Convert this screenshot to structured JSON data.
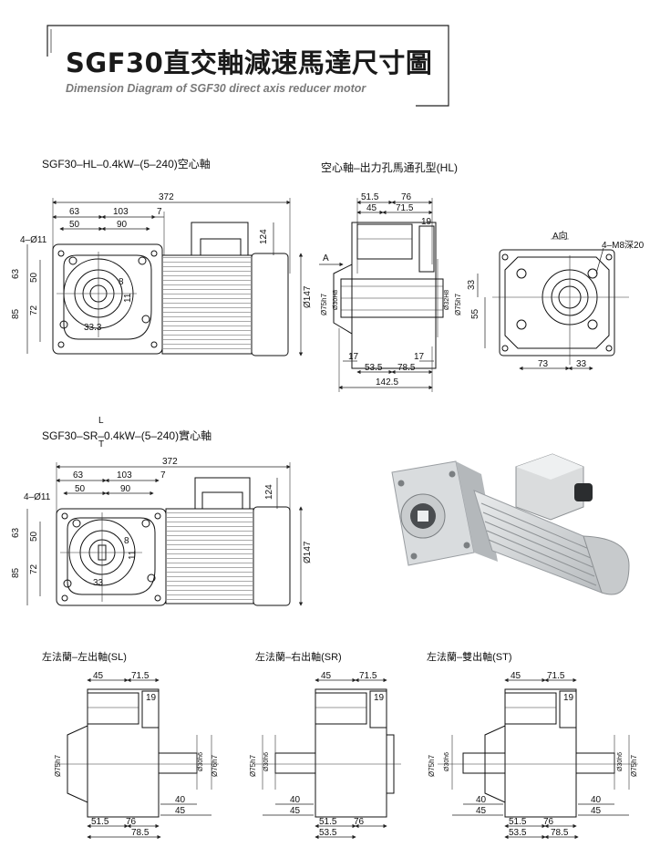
{
  "header": {
    "title": "SGF30直交軸減速馬達尺寸圖",
    "subtitle": "Dimension Diagram of SGF30 direct axis reducer motor"
  },
  "section_hl": {
    "caption": "SGF30–HL–0.4kW–(5–240)空心軸",
    "dims": {
      "overall": "372",
      "d63": "63",
      "d103": "103",
      "d7": "7",
      "d50": "50",
      "d90": "90",
      "hole": "4–Ø11",
      "h124": "124",
      "v63": "63",
      "v50": "50",
      "v85": "85",
      "v72": "72",
      "d8": "8",
      "d11": "11",
      "d33_3": "33.3",
      "dia147": "Ø147"
    }
  },
  "section_hl_side": {
    "caption": "空心軸–出力孔馬通孔型(HL)",
    "dims": {
      "d51_5": "51.5",
      "d76": "76",
      "d45": "45",
      "d71_5": "71.5",
      "d19": "19",
      "arrow_a": "A",
      "dia75": "Ø75h7",
      "dia30": "Ø30H8",
      "dia32": "Ø32H8",
      "dia75b": "Ø75h7",
      "d17a": "17",
      "d17b": "17",
      "d53_5": "53.5",
      "d78_5": "78.5",
      "d142_5": "142.5"
    }
  },
  "section_view_a": {
    "caption": "A向",
    "dims": {
      "tap": "4–M8深20",
      "v33": "33",
      "v55": "55",
      "h73": "73",
      "h33": "33"
    }
  },
  "section_sr": {
    "caption_main": "SGF30–SR–0.4kW–(5–240)實心軸",
    "caption_top": "L",
    "caption_bottom": "T",
    "dims": {
      "overall": "372",
      "d63": "63",
      "d103": "103",
      "d7": "7",
      "d50": "50",
      "d90": "90",
      "hole": "4–Ø11",
      "h124": "124",
      "v63": "63",
      "v50": "50",
      "v85": "85",
      "v72": "72",
      "d8": "8",
      "d11": "11",
      "d33": "33",
      "dia147": "Ø147"
    }
  },
  "section_sl": {
    "caption": "左法蘭–左出軸(SL)",
    "dims": {
      "d45": "45",
      "d71_5": "71.5",
      "d19": "19",
      "dia75": "Ø75h7",
      "dia30": "Ø30h6",
      "dia76": "Ø76h7",
      "d40": "40",
      "d45b": "45",
      "d51_5": "51.5",
      "d76": "76",
      "d78_5": "78.5"
    }
  },
  "section_sr2": {
    "caption": "左法蘭–右出軸(SR)",
    "dims": {
      "d45": "45",
      "d71_5": "71.5",
      "d19": "19",
      "dia75": "Ø75h7",
      "dia30": "Ø30h6",
      "d40": "40",
      "d45b": "45",
      "d51_5": "51.5",
      "d76": "76",
      "d53_5": "53.5"
    }
  },
  "section_st": {
    "caption": "左法蘭–雙出軸(ST)",
    "dims": {
      "d45": "45",
      "d71_5": "71.5",
      "d19": "19",
      "dia75": "Ø75h7",
      "dia30": "Ø30h6",
      "dia30b": "Ø30h6",
      "dia75b": "Ø75h7",
      "d40a": "40",
      "d45a": "45",
      "d40b": "40",
      "d45b": "45",
      "d51_5": "51.5",
      "d76": "76",
      "d53_5": "53.5",
      "d78_5": "78.5"
    }
  }
}
